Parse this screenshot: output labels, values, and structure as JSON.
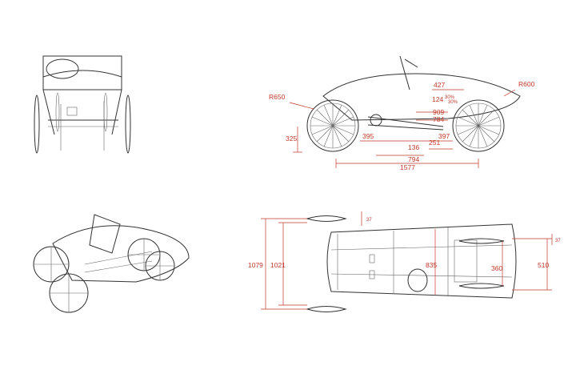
{
  "colors": {
    "dimension": "#c0392b",
    "linework": "#333333",
    "background": "#ffffff"
  },
  "side_view": {
    "radius_rear": "R650",
    "radius_front": "R600",
    "height_325": "325",
    "dim_427": "427",
    "dim_124": "124",
    "dim_124_sup": "30%",
    "dim_124_sup2": "30%",
    "dim_909": "909",
    "dim_784": "784",
    "dim_395": "395",
    "dim_397": "397",
    "dim_136": "136",
    "dim_251": "251",
    "dim_794": "794",
    "dim_1577": "1577"
  },
  "top_view": {
    "dim_1079": "1079",
    "dim_1021": "1021",
    "dim_835": "835",
    "dim_360": "360",
    "dim_510": "510",
    "dim_37_upper": "37",
    "dim_37_right": "37"
  }
}
